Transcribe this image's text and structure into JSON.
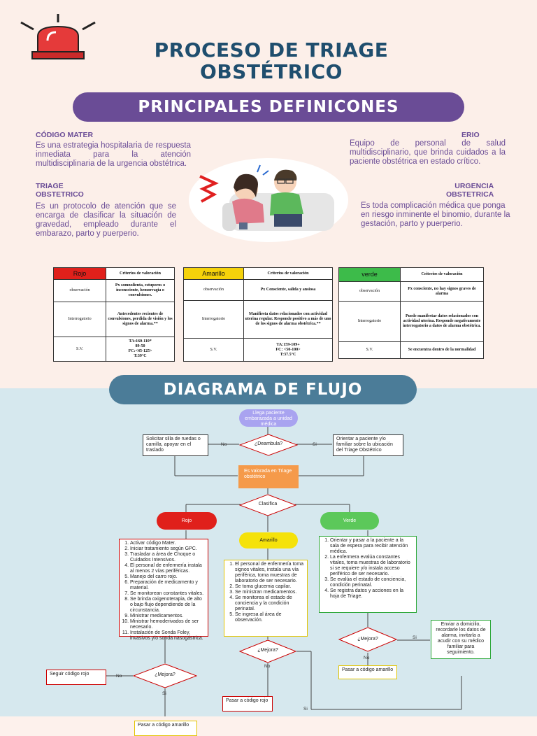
{
  "header": {
    "title_line1": "PROCESO DE TRIAGE",
    "title_line2": "OBSTÉTRICO",
    "section1": "PRINCIPALES DEFINICONES",
    "section2": "DIAGRAMA DE FLUJO"
  },
  "definitions": {
    "codigo_mater": {
      "title": "CÓDIGO MATER",
      "text": "Es una estrategia hospitalaria de respuesta inmediata para la atención multidisciplinaria de la urgencia obstétrica."
    },
    "erio": {
      "title": "ERIO",
      "text": "Equipo de personal de salud multidisciplinario, que brinda cuidados a la paciente obstétrica en estado crítico."
    },
    "triage": {
      "title_line1": "TRIAGE",
      "title_line2": "OBSTETRICO",
      "text": "Es un protocolo de atención que se encarga de clasificar la situación de gravedad, empleado durante el embarazo, parto y puerperio."
    },
    "urgencia": {
      "title_line1": "URGENCIA",
      "title_line2": "OBSTETRICA",
      "text": "Es toda complicación médica que ponga en riesgo inminente el binomio, durante la gestación, parto y puerperio."
    }
  },
  "tables": {
    "criteria_header": "Criterios de valoración",
    "row_labels": [
      "observación",
      "Interrogatorio",
      "S.V."
    ],
    "rojo": {
      "label": "Rojo",
      "color": "#e0201b",
      "observacion": "Px somnolienta, estuporos o inconsciente, hemorragia o convulsiones.",
      "interrogatorio": "Antecedentes recientes de convulsiones, perdida de visión y los signos de alarma.**",
      "sv": [
        "TA:160-110*",
        "89-50",
        "FC:<45-125>",
        "T:39°C"
      ]
    },
    "amarillo": {
      "label": "Amarillo",
      "color": "#f5d20a",
      "observacion": "Px Consciente, salida y ansiosa",
      "interrogatorio": "Manifiesta datos relacionados con actividad uterina regular. Responde positivo a más de uno de los signos de alarma obstétrica.**",
      "sv": [
        "TA:159-109+",
        "FC: <50-100>",
        "T:37.5°C"
      ]
    },
    "verde": {
      "label": "verde",
      "color": "#3dbb4a",
      "observacion": "Px consciente, no hay signos graves de alarma",
      "interrogatorio": "Puede manifestar datos relacionados con actividad uterina. Responde negativamente interrogatorio a datos de alarma obstétrica.",
      "sv": [
        "Se encuentra dentro de la normalidad"
      ]
    }
  },
  "flow": {
    "start": "Llega paciente embarazada a unidad médica",
    "deambula": "¿Deambula?",
    "no": "No",
    "si": "Si",
    "left_box": "Solicitar silla de ruedas o camilla, apoyar en el traslado",
    "right_box": "Orientar a paciente y/o familiar sobre la ubicación del Triage Obstétrico",
    "valorada": "Es valorada en Triage obstétrico",
    "clasifica": "Clasifica",
    "rojo": "Rojo",
    "amarillo": "Amarillo",
    "verde": "Verde",
    "rojo_steps": [
      "Activar código Mater.",
      "Iniciar tratamiento según GPC.",
      "Trasladar a área de Choque o Cuidados Intensivos.",
      "El personal de enfermería instala al menos 2 vías periféricas.",
      "Manejo del carro rojo.",
      "Preparación de medicamento y material.",
      "Se monitorean constantes vitales.",
      "Se brinda oxigenoterapia, de alto o bajo flujo dependiendo de la circunstancia.",
      "Ministrar medicamentos.",
      "Ministrar hemoderivados de ser necesario.",
      "Instalación de Sonda Foley, invasivos y/o sonda nasogástrica."
    ],
    "amarillo_steps": [
      "El personal de enfermería toma signos vitales, instala una vía periférica, toma muestras de laboratorio de ser necesario.",
      "Se toma glucemia capilar.",
      "Se ministran medicamentos.",
      "Se monitorea el estado de conciencia y la condición perinatal.",
      "Se ingresa al área de observación."
    ],
    "verde_steps": [
      "Orientar y pasar a la paciente a la sala de espera para recibir atención médica.",
      "La enfermera evalúa constantes vitales, toma muestras de laboratorio si se requiere y/o instala acceso periférico de ser necesario.",
      "Se evalúa el estado de conciencia, condición perinatal.",
      "Se registra datos y acciones en la hoja de Triage."
    ],
    "mejora": "¿Mejora?",
    "seguir_rojo": "Seguir código rojo",
    "pasar_amarillo": "Pasar a código amarillo",
    "pasar_rojo": "Pasar a código rojo",
    "pasar_amarillo2": "Pasar a código amarillo",
    "enviar_domicilio": "Enviar a domicilio, recordarle los datos de alarma, invitarla a acudir con su médico familiar para seguimiento."
  }
}
